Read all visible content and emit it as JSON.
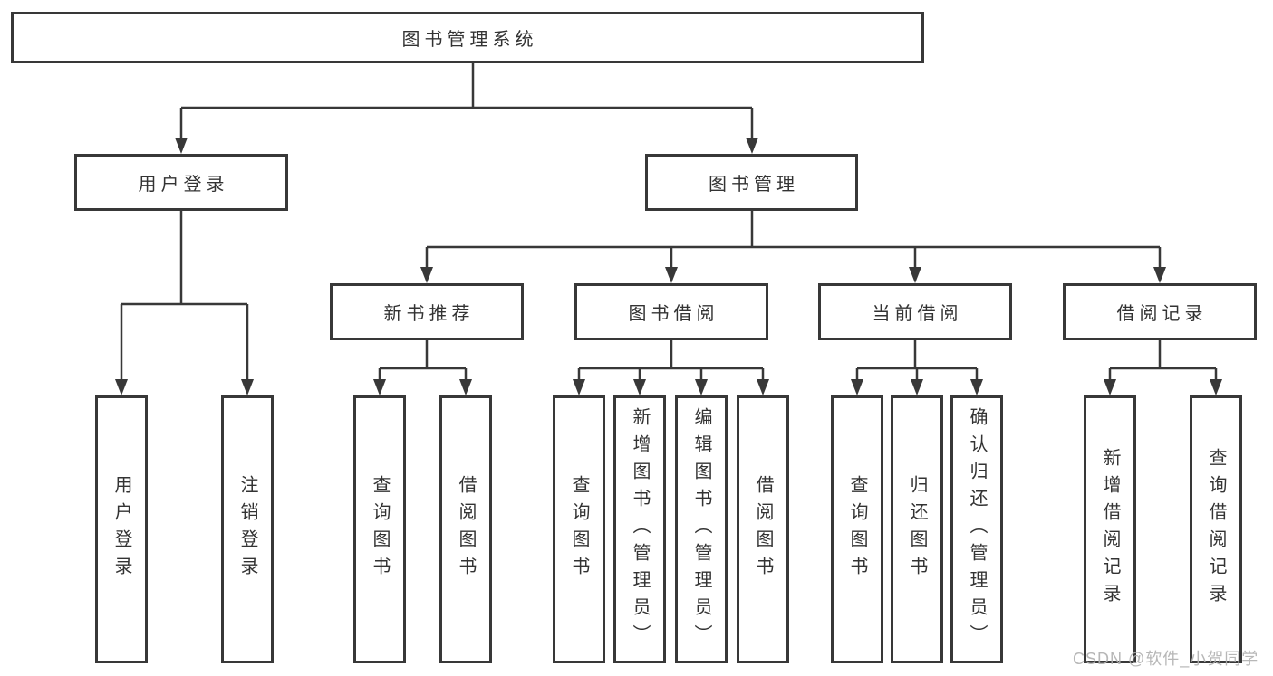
{
  "diagram": {
    "root": "图书管理系统",
    "level2": [
      "用户登录",
      "图书管理"
    ],
    "level3": [
      "新书推荐",
      "图书借阅",
      "当前借阅",
      "借阅记录"
    ],
    "leaves_login": [
      "用户登录",
      "注销登录"
    ],
    "leaves_newbook": [
      "查询图书",
      "借阅图书"
    ],
    "leaves_borrow": [
      "查询图书",
      "新增图书（管理员）",
      "编辑图书（管理员）",
      "借阅图书"
    ],
    "leaves_current": [
      "查询图书",
      "归还图书",
      "确认归还（管理员）"
    ],
    "leaves_records": [
      "新增借阅记录",
      "查询借阅记录"
    ]
  },
  "watermark": "CSDN @软件_小贺同学",
  "colors": {
    "line": "#383838",
    "text": "#333333",
    "watermark": "#b0b0b0",
    "background": "#ffffff"
  }
}
